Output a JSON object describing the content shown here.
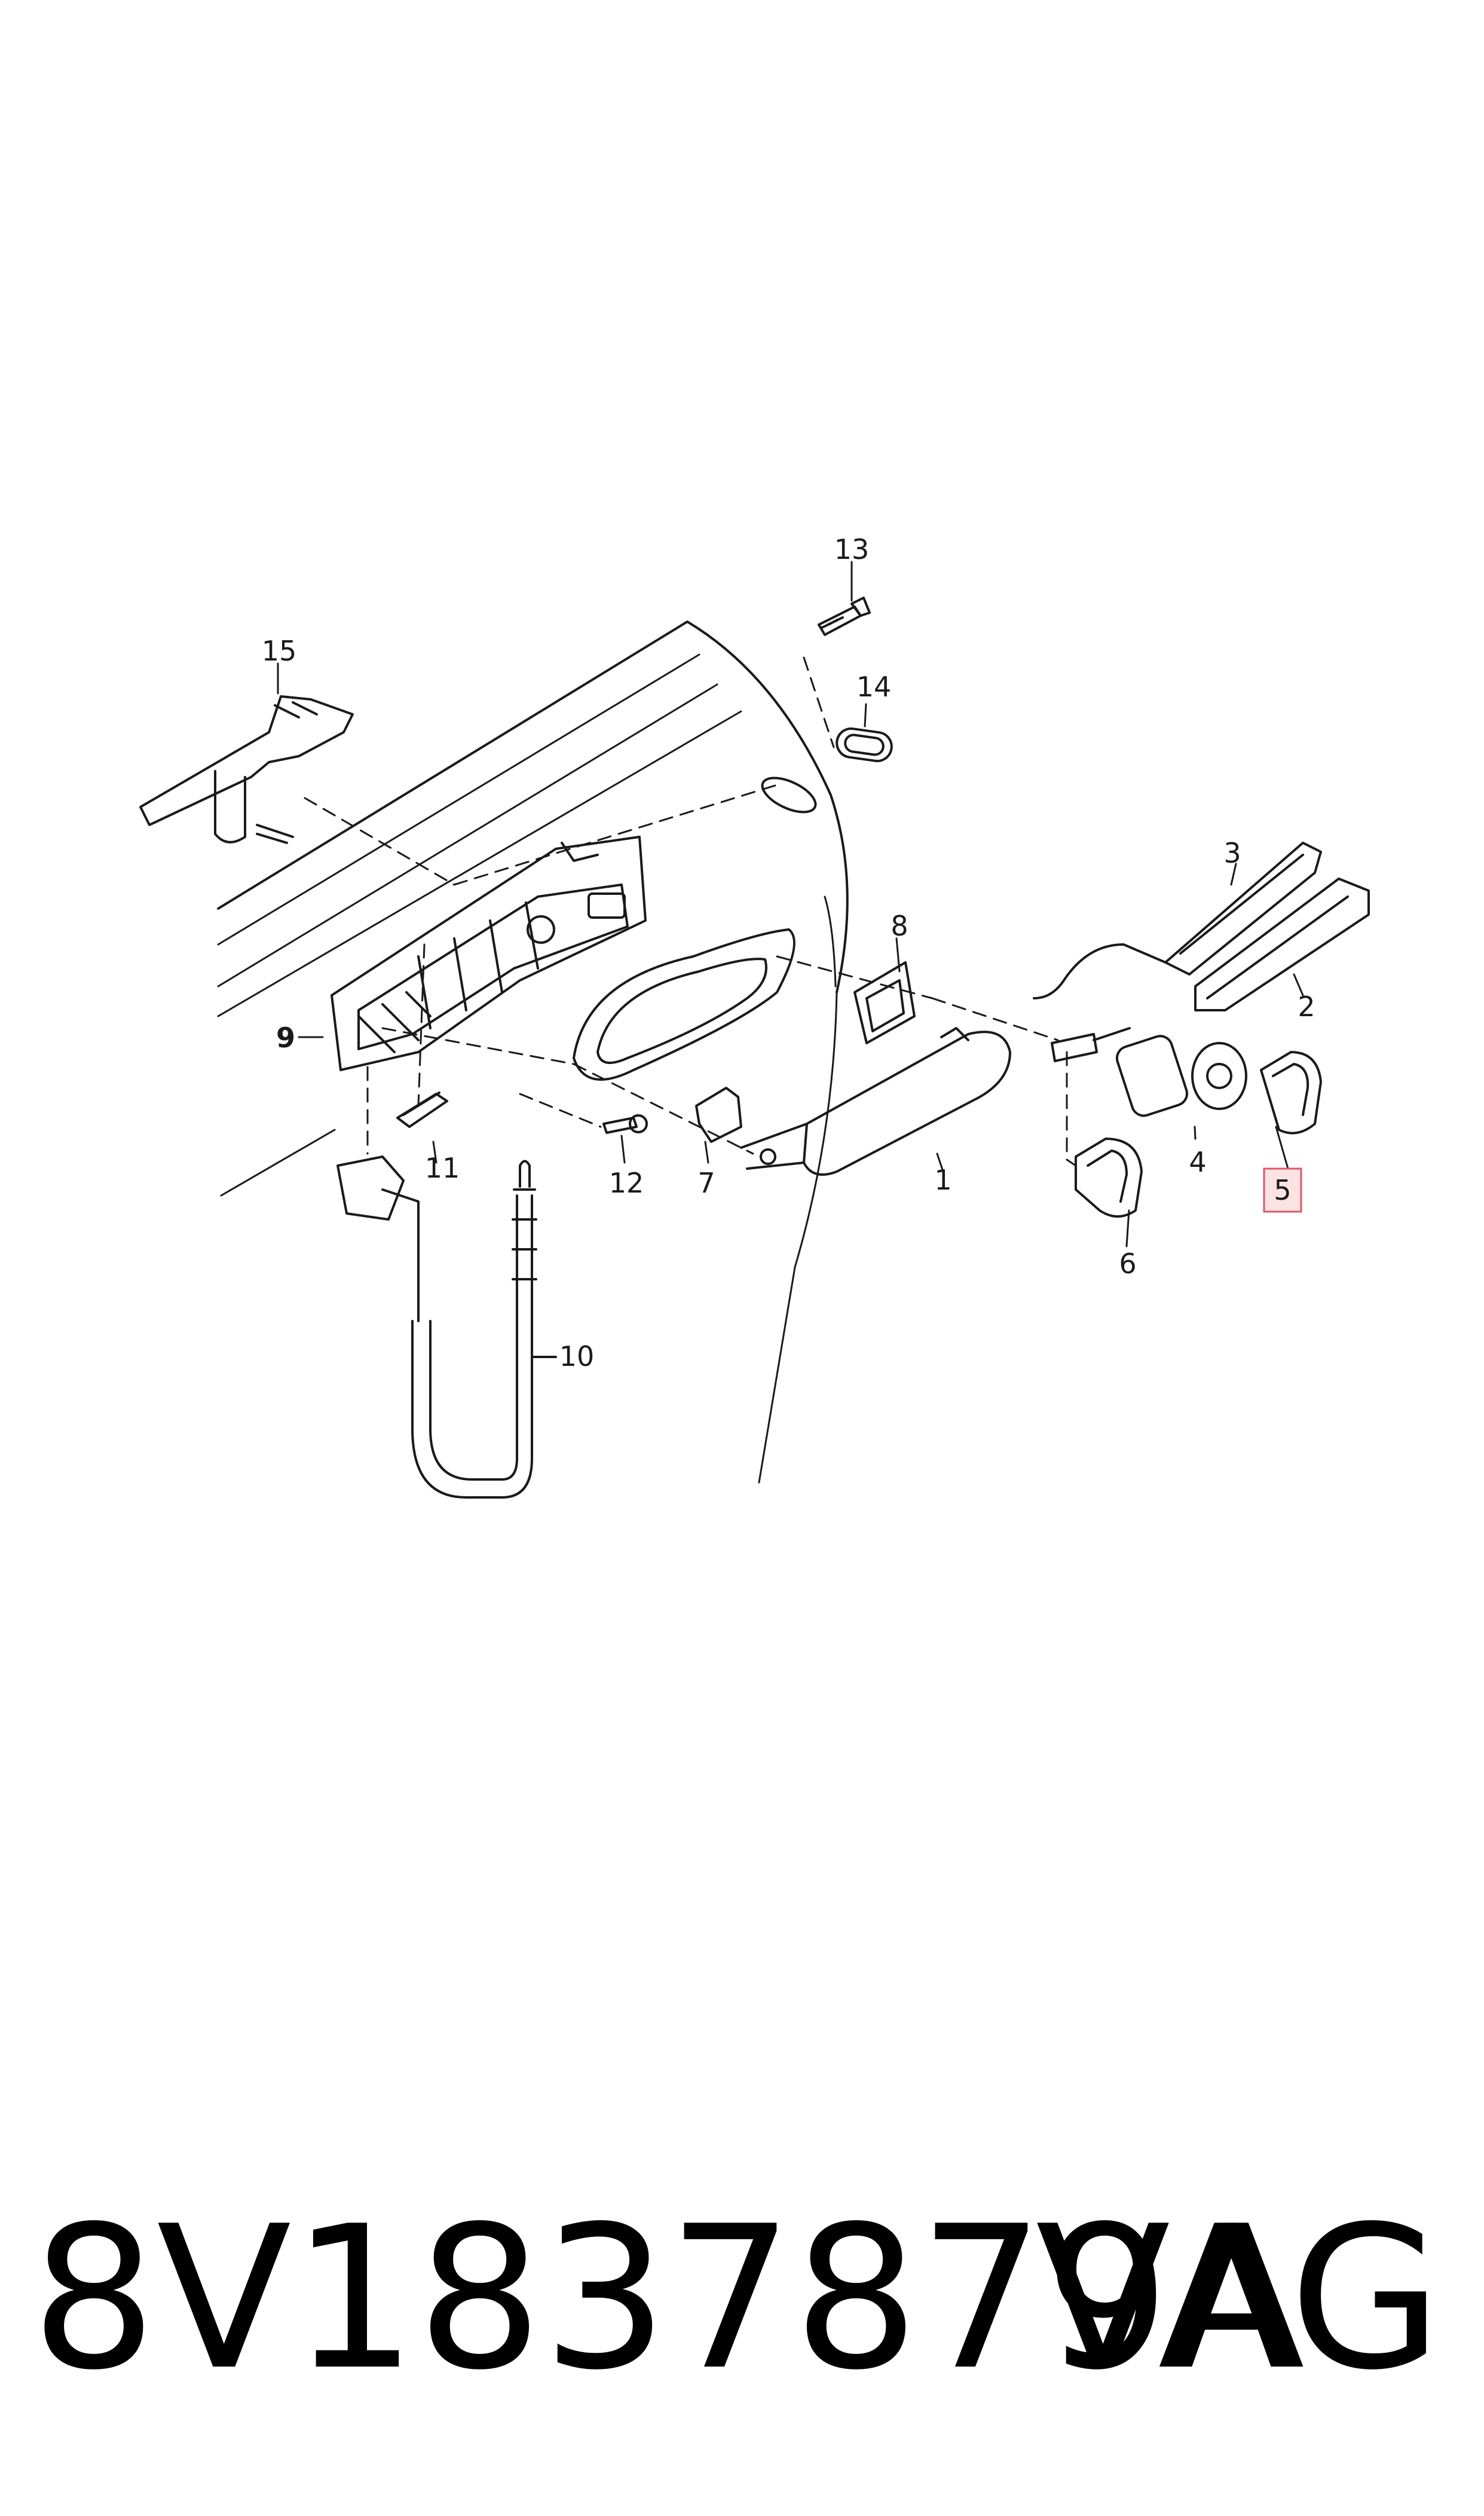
{
  "diagram": {
    "callouts": [
      {
        "id": "1",
        "label": "1",
        "highlighted": false,
        "bold": false
      },
      {
        "id": "2",
        "label": "2",
        "highlighted": false,
        "bold": false
      },
      {
        "id": "3",
        "label": "3",
        "highlighted": false,
        "bold": false
      },
      {
        "id": "4",
        "label": "4",
        "highlighted": false,
        "bold": false
      },
      {
        "id": "5",
        "label": "5",
        "highlighted": true,
        "bold": false
      },
      {
        "id": "6",
        "label": "6",
        "highlighted": false,
        "bold": false
      },
      {
        "id": "7",
        "label": "7",
        "highlighted": false,
        "bold": false
      },
      {
        "id": "8",
        "label": "8",
        "highlighted": false,
        "bold": false
      },
      {
        "id": "9",
        "label": "9",
        "highlighted": false,
        "bold": true
      },
      {
        "id": "10",
        "label": "10",
        "highlighted": false,
        "bold": false
      },
      {
        "id": "11",
        "label": "11",
        "highlighted": false,
        "bold": false
      },
      {
        "id": "12",
        "label": "12",
        "highlighted": false,
        "bold": false
      },
      {
        "id": "13",
        "label": "13",
        "highlighted": false,
        "bold": false
      },
      {
        "id": "14",
        "label": "14",
        "highlighted": false,
        "bold": false
      },
      {
        "id": "15",
        "label": "15",
        "highlighted": false,
        "bold": false
      }
    ],
    "colors": {
      "line": "#1a1a1a",
      "highlight_fill": "#fbe3e3",
      "highlight_stroke": "#e0556a",
      "background": "#ffffff"
    }
  },
  "footer": {
    "part_number": "8V1837879A",
    "brand": "VAG"
  }
}
